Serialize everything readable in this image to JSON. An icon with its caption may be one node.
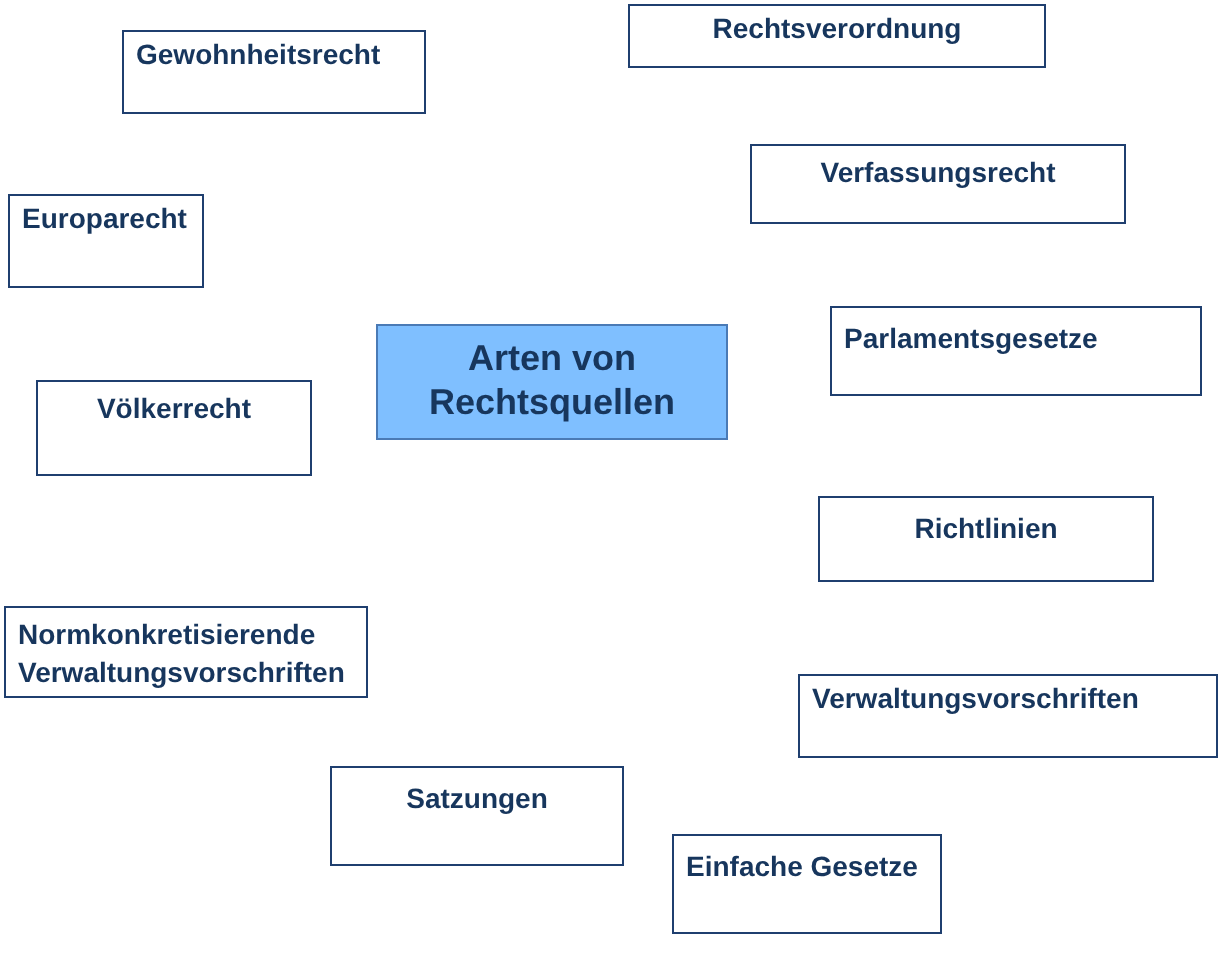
{
  "diagram": {
    "nodes": [
      {
        "text": [
          "Arten von Rechtsquellen"
        ]
      },
      {
        "text": [
          "Rechtsverordnung"
        ]
      },
      {
        "text": [
          "Gewohnheitsrecht"
        ]
      },
      {
        "text": [
          "Verfassungsrecht"
        ]
      },
      {
        "text": [
          "Europarecht"
        ]
      },
      {
        "text": [
          "Parlamentsgesetze"
        ]
      },
      {
        "text": [
          "Völkerrecht"
        ]
      },
      {
        "text": [
          "Richtlinien"
        ]
      },
      {
        "text": [
          "Normkonkretisierende Verwaltungsvorschriften"
        ]
      },
      {
        "text": [
          "Verwaltungsvorschriften"
        ]
      },
      {
        "text": [
          "Satzungen"
        ]
      },
      {
        "text": [
          "Einfache Gesetze"
        ]
      }
    ]
  }
}
